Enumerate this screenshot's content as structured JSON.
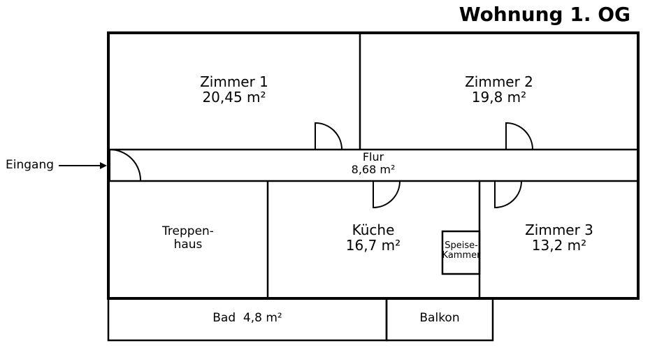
{
  "title": "Wohnung 1. OG",
  "entrance": {
    "label": "Eingang"
  },
  "rooms": {
    "zimmer1": {
      "name": "Zimmer 1",
      "area": "20,45 m²"
    },
    "zimmer2": {
      "name": "Zimmer 2",
      "area": "19,8 m²"
    },
    "flur": {
      "name": "Flur",
      "area": "8,68 m²"
    },
    "treppenhaus": {
      "line1": "Treppen-",
      "line2": "haus"
    },
    "kueche": {
      "name": "Küche",
      "area": "16,7 m²"
    },
    "speisekammer": {
      "line1": "Speise-",
      "line2": "Kammer"
    },
    "zimmer3": {
      "name": "Zimmer 3",
      "area": "13,2 m²"
    },
    "bad": {
      "label": "Bad  4,8 m²"
    },
    "balkon": {
      "label": "Balkon"
    }
  }
}
